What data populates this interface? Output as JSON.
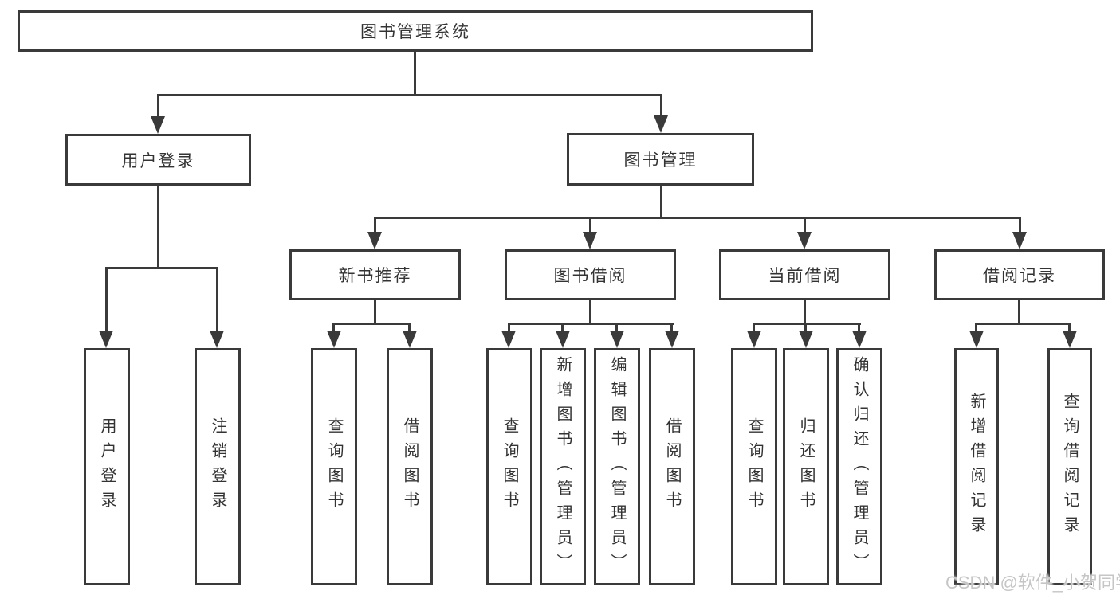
{
  "diagram": {
    "root": {
      "label": "图书管理系统"
    },
    "branches": [
      {
        "label": "用户登录",
        "children": [
          {
            "label": "用户登录"
          },
          {
            "label": "注销登录"
          }
        ]
      },
      {
        "label": "图书管理",
        "children": [
          {
            "label": "新书推荐",
            "children": [
              {
                "label": "查询图书"
              },
              {
                "label": "借阅图书"
              }
            ]
          },
          {
            "label": "图书借阅",
            "children": [
              {
                "label": "查询图书"
              },
              {
                "label": "新增图书（管理员）"
              },
              {
                "label": "编辑图书（管理员）"
              },
              {
                "label": "借阅图书"
              }
            ]
          },
          {
            "label": "当前借阅",
            "children": [
              {
                "label": "查询图书"
              },
              {
                "label": "归还图书"
              },
              {
                "label": "确认归还（管理员）"
              }
            ]
          },
          {
            "label": "借阅记录",
            "children": [
              {
                "label": "新增借阅记录"
              },
              {
                "label": "查询借阅记录"
              }
            ]
          }
        ]
      }
    ],
    "watermark": "CSDN @软件_小贺同学",
    "colors": {
      "line": "#3a3a3a",
      "text": "#333333",
      "box_background": "#ffffff",
      "page_background": "#ffffff",
      "watermark": "#c6c6c6"
    }
  }
}
